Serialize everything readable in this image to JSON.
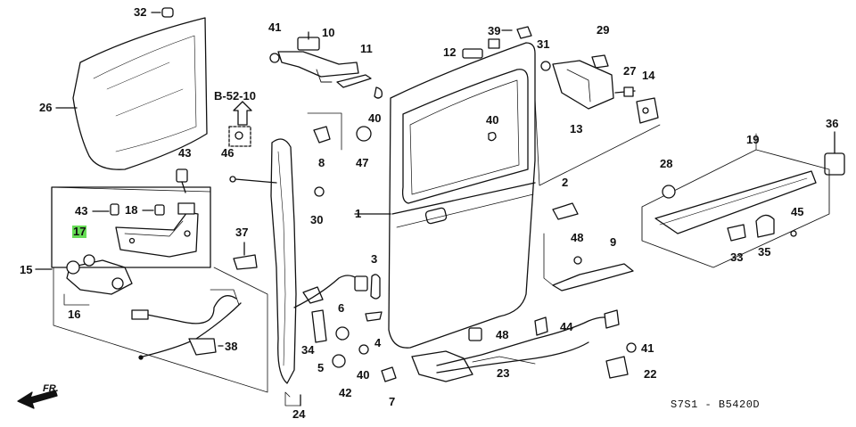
{
  "diagram": {
    "reference": "B-52-10",
    "code": "S7S1 - B5420D",
    "direction": "FR.",
    "highlight_color": "#66dd55",
    "parts": [
      {
        "id": "p32",
        "label": "32",
        "hl": false
      },
      {
        "id": "p26",
        "label": "26",
        "hl": false
      },
      {
        "id": "p43a",
        "label": "43",
        "hl": false
      },
      {
        "id": "p18",
        "label": "18",
        "hl": false
      },
      {
        "id": "p43b",
        "label": "43",
        "hl": false
      },
      {
        "id": "p17",
        "label": "17",
        "hl": true
      },
      {
        "id": "p15",
        "label": "15",
        "hl": false
      },
      {
        "id": "p16",
        "label": "16",
        "hl": false
      },
      {
        "id": "p38",
        "label": "38",
        "hl": false
      },
      {
        "id": "p37",
        "label": "37",
        "hl": false
      },
      {
        "id": "p46",
        "label": "46",
        "hl": false
      },
      {
        "id": "p41a",
        "label": "41",
        "hl": false
      },
      {
        "id": "p10",
        "label": "10",
        "hl": false
      },
      {
        "id": "p11",
        "label": "11",
        "hl": false
      },
      {
        "id": "p40a",
        "label": "40",
        "hl": false
      },
      {
        "id": "p8",
        "label": "8",
        "hl": false
      },
      {
        "id": "p47",
        "label": "47",
        "hl": false
      },
      {
        "id": "p30",
        "label": "30",
        "hl": false
      },
      {
        "id": "p1",
        "label": "1",
        "hl": false
      },
      {
        "id": "p3",
        "label": "3",
        "hl": false
      },
      {
        "id": "p6",
        "label": "6",
        "hl": false
      },
      {
        "id": "p34",
        "label": "34",
        "hl": false
      },
      {
        "id": "p5",
        "label": "5",
        "hl": false
      },
      {
        "id": "p42",
        "label": "42",
        "hl": false
      },
      {
        "id": "p4",
        "label": "4",
        "hl": false
      },
      {
        "id": "p40b",
        "label": "40",
        "hl": false
      },
      {
        "id": "p40c",
        "label": "40",
        "hl": false
      },
      {
        "id": "p7",
        "label": "7",
        "hl": false
      },
      {
        "id": "p24",
        "label": "24",
        "hl": false
      },
      {
        "id": "p12",
        "label": "12",
        "hl": false
      },
      {
        "id": "p39",
        "label": "39",
        "hl": false
      },
      {
        "id": "p31",
        "label": "31",
        "hl": false
      },
      {
        "id": "p29",
        "label": "29",
        "hl": false
      },
      {
        "id": "p27",
        "label": "27",
        "hl": false
      },
      {
        "id": "p14",
        "label": "14",
        "hl": false
      },
      {
        "id": "p13",
        "label": "13",
        "hl": false
      },
      {
        "id": "p36",
        "label": "36",
        "hl": false
      },
      {
        "id": "p19",
        "label": "19",
        "hl": false
      },
      {
        "id": "p28",
        "label": "28",
        "hl": false
      },
      {
        "id": "p2",
        "label": "2",
        "hl": false
      },
      {
        "id": "p48a",
        "label": "48",
        "hl": false
      },
      {
        "id": "p9",
        "label": "9",
        "hl": false
      },
      {
        "id": "p45",
        "label": "45",
        "hl": false
      },
      {
        "id": "p33",
        "label": "33",
        "hl": false
      },
      {
        "id": "p35",
        "label": "35",
        "hl": false
      },
      {
        "id": "p44",
        "label": "44",
        "hl": false
      },
      {
        "id": "p48b",
        "label": "48",
        "hl": false
      },
      {
        "id": "p41b",
        "label": "41",
        "hl": false
      },
      {
        "id": "p23",
        "label": "23",
        "hl": false
      },
      {
        "id": "p22",
        "label": "22",
        "hl": false
      }
    ]
  }
}
